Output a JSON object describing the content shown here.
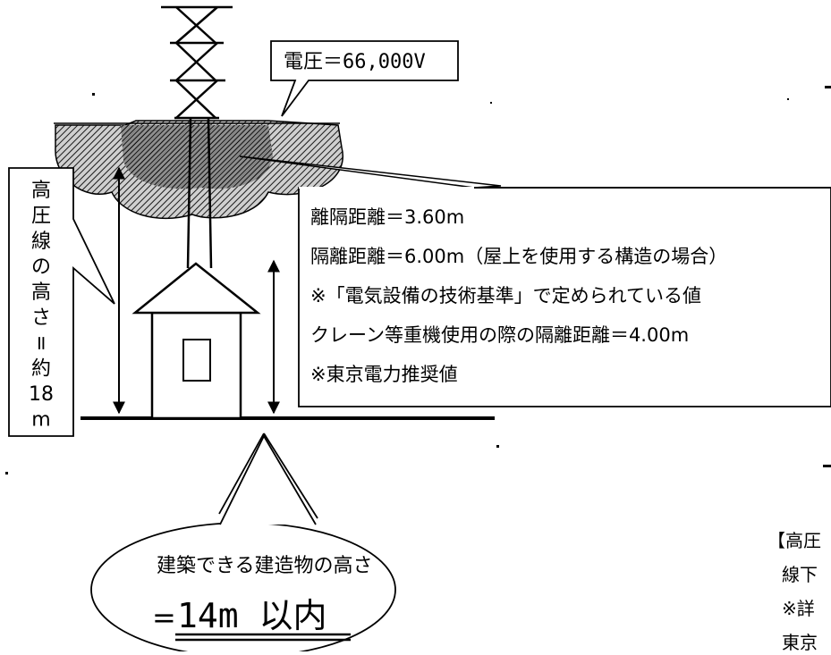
{
  "voltage_callout": {
    "text": "電圧＝66,000V"
  },
  "height_label": {
    "lines": [
      "高",
      "圧",
      "線",
      "の",
      "高",
      "さ",
      "=",
      "約",
      "18",
      "m"
    ]
  },
  "distance_box": {
    "lines": [
      "離隔距離＝3.60m",
      "隔離距離＝6.00m（屋上を使用する構造の場合）",
      "※「電気設備の技術基準」で定められている値",
      "クレーン等重機使用の際の隔離距離＝4.00m",
      "※東京電力推奨値"
    ]
  },
  "building_height_callout": {
    "caption": "建築できる建造物の高さ",
    "prefix": "=",
    "value": "14m 以内"
  },
  "right_margin_notes": [
    "【高圧",
    "線下",
    "※詳",
    "東京"
  ],
  "colors": {
    "ink": "#000000",
    "background": "#ffffff"
  }
}
